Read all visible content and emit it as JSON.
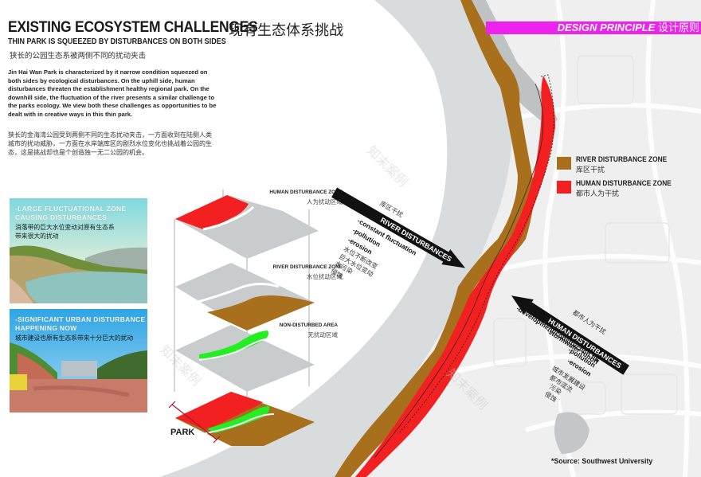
{
  "header": {
    "title_en": "EXISTING ECOSYSTEM CHALLENGES",
    "title_cn": "现有生态体系挑战",
    "subtitle_en": "THIN PARK IS SQUEEZED BY DISTURBANCES ON BOTH SIDES",
    "subtitle_cn": "狭长的公园生态系被两侧不同的扰动夹击"
  },
  "description": {
    "en": "Jin Hai Wan Park is characterized by it narrow condition squeezed on both sides by ecological disturbances.  On the uphill side, human disturbances threaten the establishment healthy regional park.  On the downhill side, the fluctuation of the river presents a similar challenge to the parks ecology.  We view both these challenges as opportunities to be dealt with in creative ways in this thin park.",
    "cn": "狭长的金海湾公园受到两侧不同的生态扰动夹击，一方面收到在陆侧人类城市的扰动威胁，一方面在水岸端库区的剧烈水位变化也挑战着公园的生态，这是挑战却也是个创造独一无二公园的机会。"
  },
  "photos": [
    {
      "caption_en_line1": "-LARGE FLUCTUATIONAL ZONE",
      "caption_en_line2": "CAUSING DISTURBANCES",
      "caption_cn_line1": "消落带的巨大水位变动对原有生态系",
      "caption_cn_line2": "带来很大的扰动"
    },
    {
      "caption_en_line1": "-SIGNIFICANT URBAN DISTURBANCE",
      "caption_en_line2": "HAPPENING NOW",
      "caption_cn_line1": "城市建设也原有生态系带来十分巨大的扰动"
    }
  ],
  "design_principle": {
    "label_en": "DESIGN PRINCIPLE",
    "label_cn": "设计原则",
    "bar_color": "#ee22ee"
  },
  "legend": {
    "items": [
      {
        "label_en": "RIVER DISTURBANCE ZONE",
        "label_cn": "库区干扰",
        "color": "#a8701c"
      },
      {
        "label_en": "HUMAN DISTURBANCE ZONE",
        "label_cn": "都市人为干扰",
        "color": "#f22020"
      }
    ]
  },
  "layers": {
    "items": [
      {
        "label_en": "HUMAN DISTURBANCE ZONE",
        "label_cn": "人为扰动区域",
        "color": "#f22020"
      },
      {
        "label_en": "RIVER DISTURBANCE ZONE",
        "label_cn": "水位扰动区域",
        "color": "#a8701c"
      },
      {
        "label_en": "NON-DISTURBED AREA",
        "label_cn": "无扰动区域",
        "color": "#22ee22"
      }
    ],
    "axis_label": "PARK"
  },
  "river_arrow": {
    "title_cn": "库区干扰",
    "title_en": "RIVER DISTURBANCES",
    "items_en": [
      "-constant fluctuation",
      "-pollution",
      "-erosion"
    ],
    "items_cn": [
      "水位不断改变",
      "巨大水位变动",
      "水污染",
      "侵蚀"
    ]
  },
  "human_arrow": {
    "title_cn": "都市人为干扰",
    "title_en": "HUMAN DISTURBANCES",
    "items_en": [
      "-development/construction fill",
      "-stormwater runoff",
      "-pollution",
      "-erosion"
    ],
    "items_cn": [
      "城市发展建设",
      "都市逕流",
      "污染",
      "侵蚀"
    ]
  },
  "source": "*Source: Southwest University",
  "colors": {
    "river_water": "#d9dcdc",
    "land": "#eeeeee",
    "river_zone": "#a8701c",
    "human_zone": "#f22020",
    "green_zone": "#22ee22",
    "layer_gray": "#c9cccd"
  }
}
